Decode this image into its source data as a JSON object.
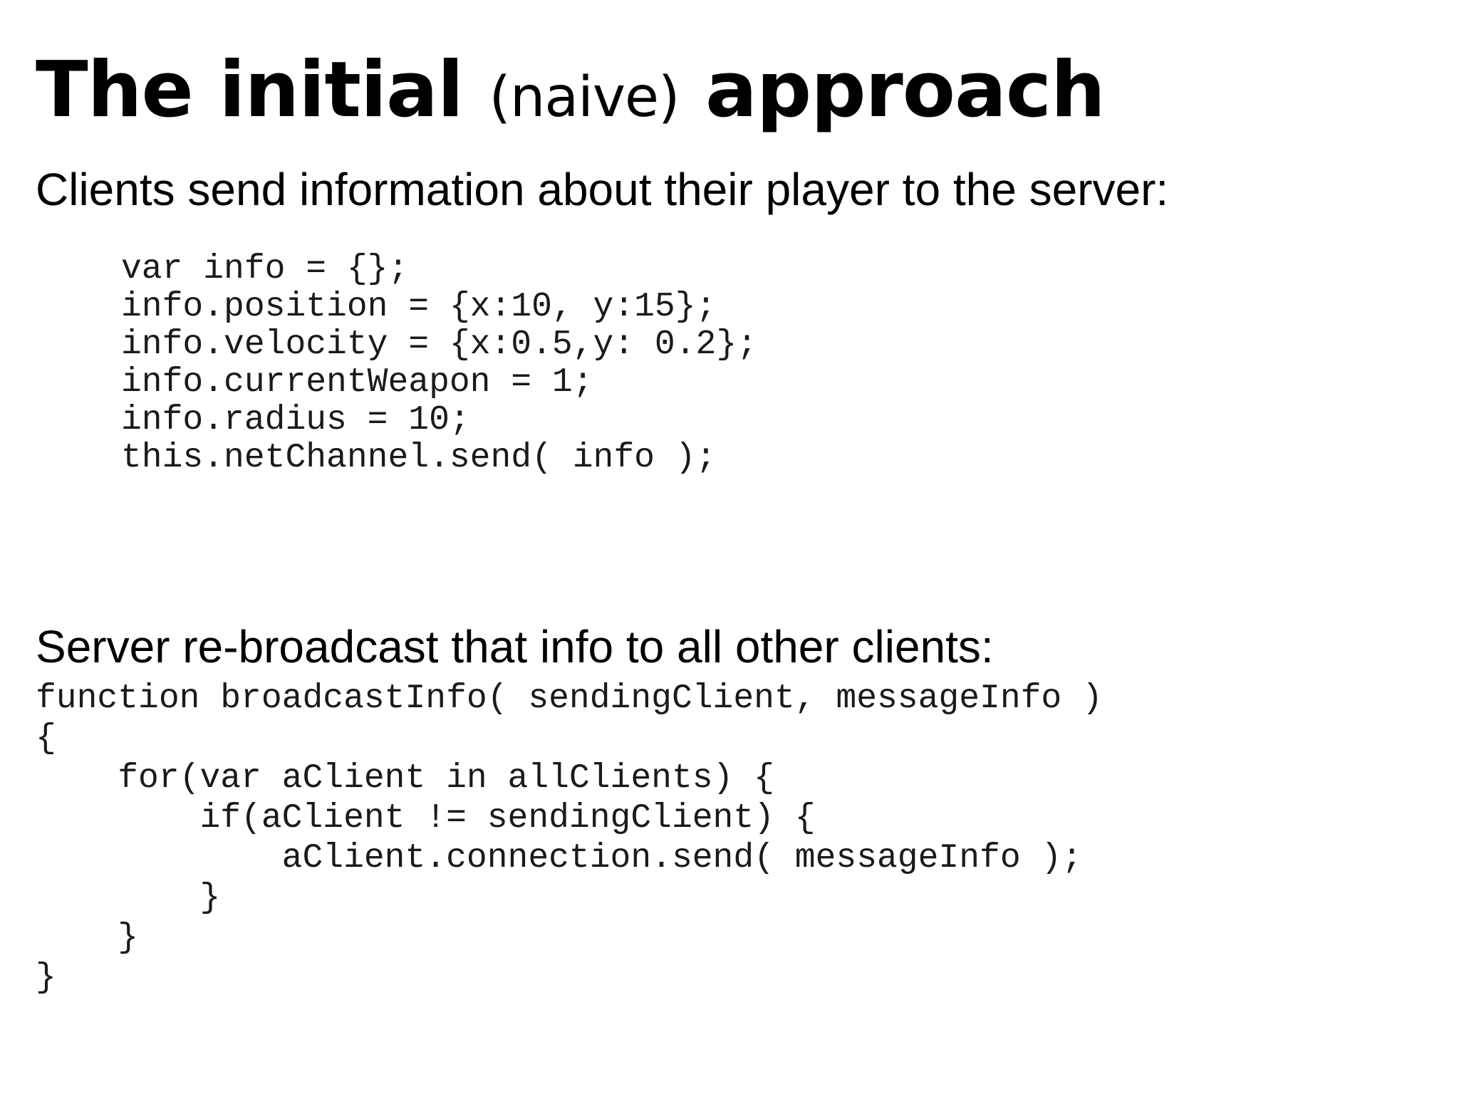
{
  "slide": {
    "title": {
      "part1": "The initial",
      "part2": "(naive)",
      "part3": "approach"
    },
    "intro_text": "Clients send information about their player to the server:",
    "client_code": [
      "var info = {};",
      "info.position = {x:10, y:15};",
      "info.velocity = {x:0.5,y: 0.2};",
      "info.currentWeapon = 1;",
      "info.radius = 10;",
      "this.netChannel.send( info );"
    ],
    "server_text": "Server re-broadcast that info to all other clients:",
    "server_code": [
      "function broadcastInfo( sendingClient, messageInfo )",
      "{",
      "    for(var aClient in allClients) {",
      "        if(aClient != sendingClient) {",
      "            aClient.connection.send( messageInfo );",
      "        }",
      "    }",
      "}"
    ]
  }
}
